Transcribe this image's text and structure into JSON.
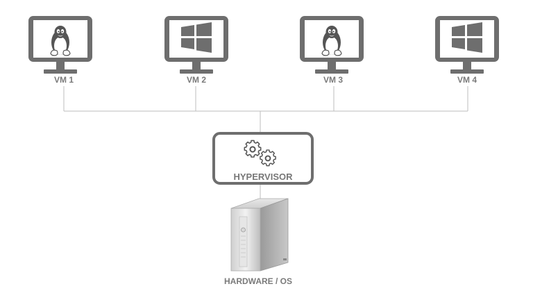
{
  "vms": [
    {
      "label": "VM 1",
      "os": "linux-tux-icon"
    },
    {
      "label": "VM 2",
      "os": "windows-logo-icon"
    },
    {
      "label": "VM 3",
      "os": "linux-tux-icon"
    },
    {
      "label": "VM 4",
      "os": "windows-logo-icon"
    }
  ],
  "hypervisor": {
    "label": "HYPERVISOR",
    "icon": "gears-icon"
  },
  "hardware": {
    "label": "HARDWARE / OS",
    "icon": "server-tower-icon"
  },
  "colors": {
    "stroke": "#6e6e6e",
    "line": "#bdbdbd",
    "label": "#7a7a7a",
    "screen": "#ffffff"
  }
}
